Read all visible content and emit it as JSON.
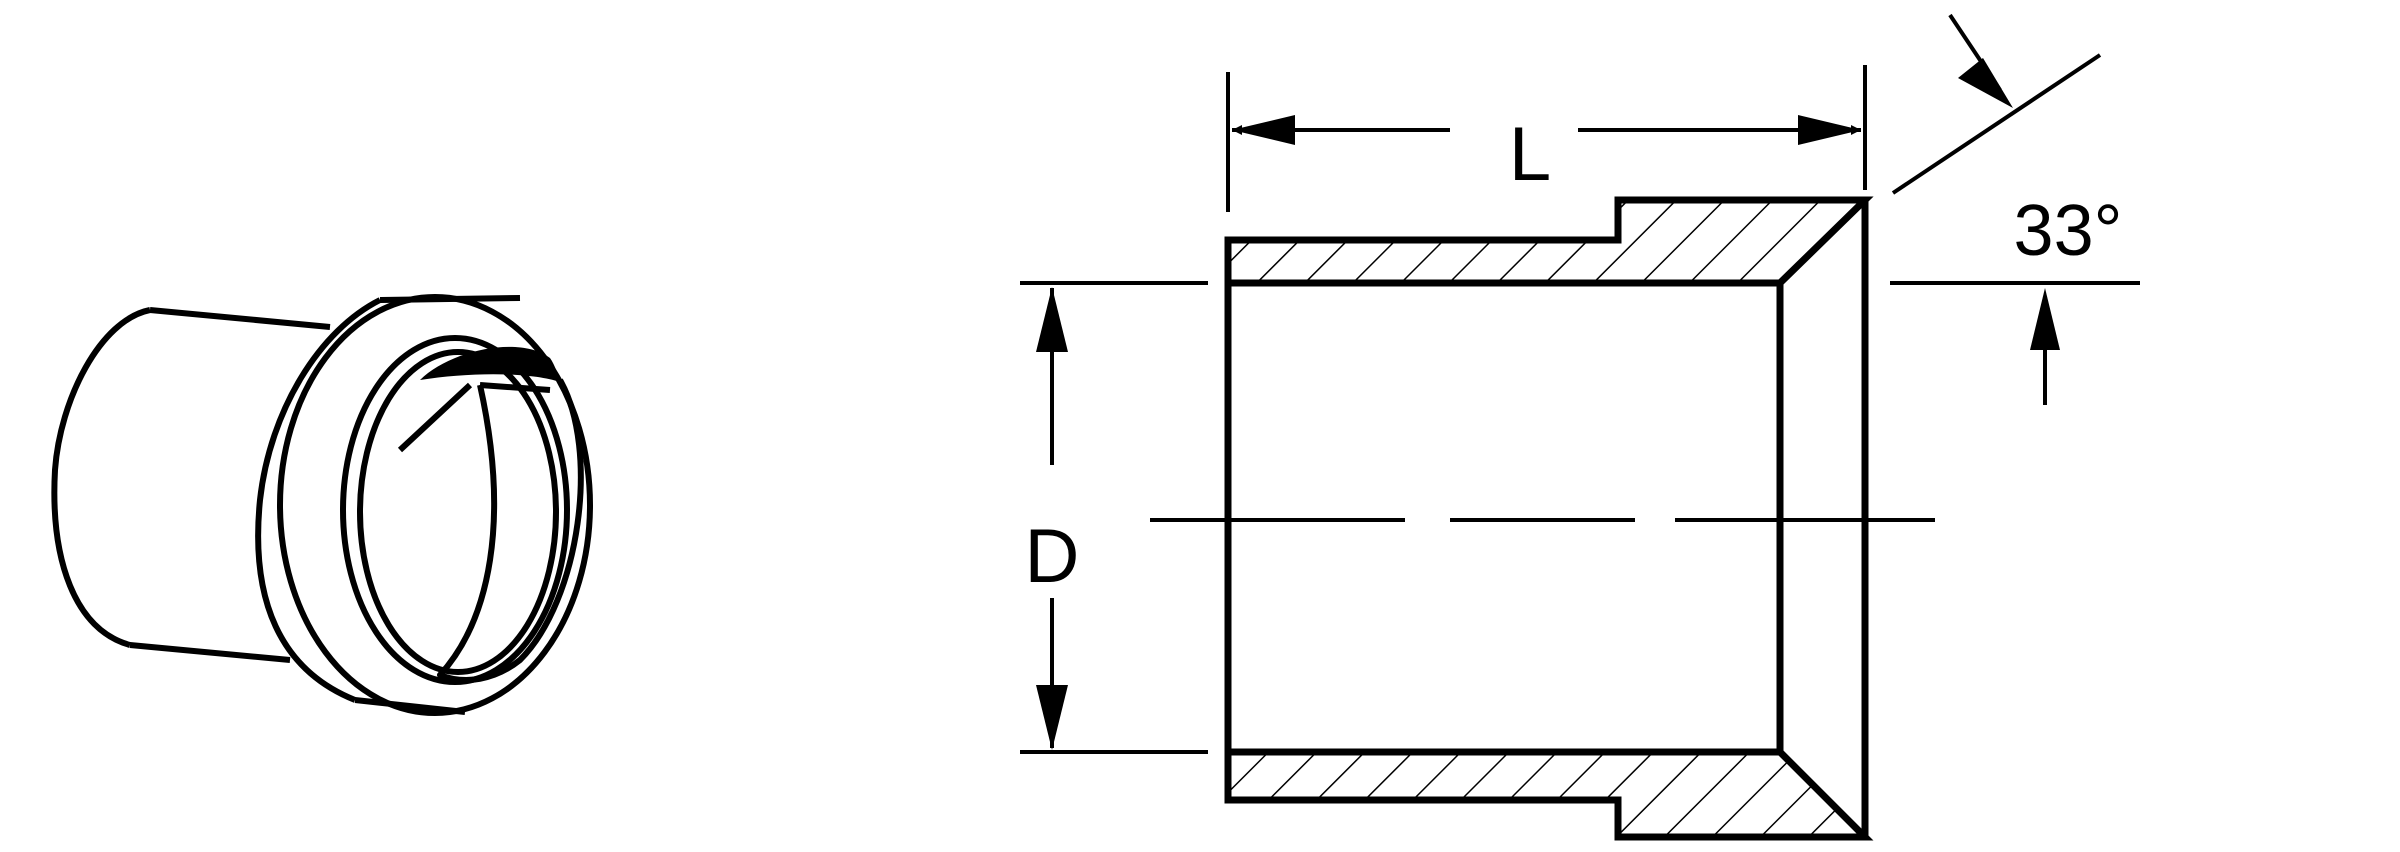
{
  "labels": {
    "length": "L",
    "diameter": "D",
    "angle": "33°"
  },
  "colors": {
    "line": "#000000",
    "background": "#ffffff"
  }
}
